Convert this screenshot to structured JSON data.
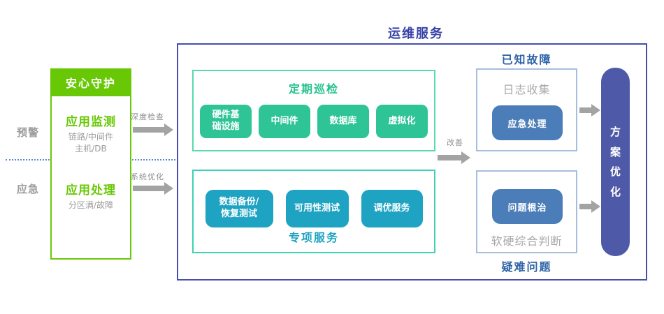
{
  "palette": {
    "bright_green": "#69C806",
    "emerald": "#2EC495",
    "emerald_border": "#56DBAE",
    "teal": "#1FA3C2",
    "teal_border": "#3ED1B5",
    "steel_blue": "#4B7DB8",
    "indigo_pill": "#4E59A8",
    "navy_border": "#474EAE",
    "title_indigo": "#3843A8",
    "section_title_blue": "#2E63A7",
    "gray_text": "#9C9C9C",
    "arrow_gray": "#A3A3A3",
    "dotted_blue": "#5C88CC"
  },
  "left_panel": {
    "stage_labels": [
      {
        "label": "预警"
      },
      {
        "label": "应急"
      }
    ],
    "guard_box": {
      "header": "安心守护",
      "sections": [
        {
          "title": "应用监测",
          "subtitle": "链路/中间件\n主机/DB"
        },
        {
          "title": "应用处理",
          "subtitle": "分区满/故障"
        }
      ]
    },
    "arrows": [
      {
        "label": "深度检查"
      },
      {
        "label": "系统优化"
      }
    ]
  },
  "main_box": {
    "title": "运维服务",
    "inspection": {
      "title": "定期巡检",
      "items": [
        "硬件基\n础设施",
        "中间件",
        "数据库",
        "虚拟化"
      ]
    },
    "special": {
      "title": "专项服务",
      "items": [
        "数据备份/\n恢复测试",
        "可用性测试",
        "调优服务"
      ]
    },
    "improve_arrow_label": "改善",
    "known_issues": {
      "title": "已知故障",
      "label": "日志收集",
      "chip": "应急处理"
    },
    "hard_issues": {
      "title": "疑难问题",
      "chip": "问题根治",
      "label": "软硬综合判断"
    },
    "solution_pill": "方\n案\n优\n化"
  }
}
